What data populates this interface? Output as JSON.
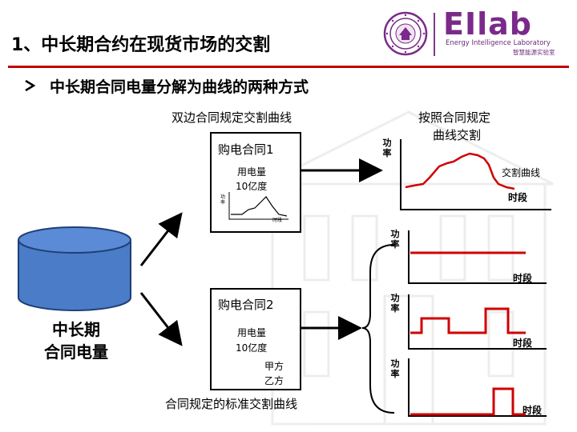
{
  "header": {
    "title": "1、中长期合约在现货市场的交割",
    "logo": {
      "brand": "EIlab",
      "subtitle": "Energy Intelligence Laboratory",
      "subtitle_cn": "智慧能源实验室",
      "seal_icon": "university-seal-icon"
    }
  },
  "bullet": {
    "icon": "arrow-bullet-icon",
    "text": "中长期合同电量分解为曲线的两种方式"
  },
  "diagram": {
    "left_heading": "双边合同规定交割曲线",
    "right_heading_line1": "按照合同规定",
    "right_heading_line2": "曲线交割",
    "bottom_caption": "合同规定的标准交割曲线",
    "database": {
      "label_line1": "中长期",
      "label_line2": "合同电量"
    },
    "contract1": {
      "title": "购电合同1",
      "usage_label": "用电量",
      "usage_value": "10亿度",
      "mini_y_label": "功率",
      "mini_x_label": "时段"
    },
    "contract2": {
      "title": "购电合同2",
      "usage_label": "用电量",
      "usage_value": "10亿度",
      "party_a": "甲方",
      "party_b": "乙方"
    },
    "chart_top": {
      "y_label": "功率",
      "x_label": "时段",
      "curve_label": "交割曲线"
    },
    "std_charts": [
      {
        "y_label": "功率",
        "x_label": "时段",
        "shape": "flat"
      },
      {
        "y_label": "功率",
        "x_label": "时段",
        "shape": "double-step"
      },
      {
        "y_label": "功率",
        "x_label": "时段",
        "shape": "single-pulse"
      }
    ],
    "colors": {
      "curve": "#d00000",
      "database_fill": "#4a7cc8",
      "database_stroke": "#1f3f77"
    }
  }
}
